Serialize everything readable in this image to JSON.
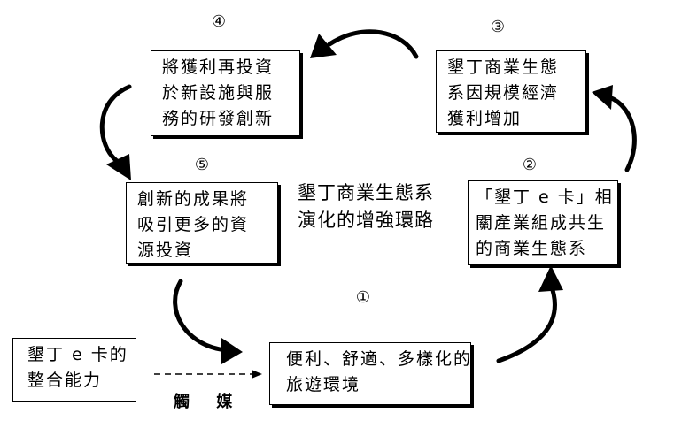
{
  "diagram": {
    "center_title": [
      "墾丁商業生態系",
      "演化的增強環路"
    ],
    "catalyst_label": "觸 媒",
    "source_box": {
      "lines": [
        "墾丁 e 卡的",
        "整合能力"
      ]
    },
    "steps": [
      {
        "number": "①",
        "lines": [
          "便利、舒適、多樣化的",
          "旅遊環境"
        ]
      },
      {
        "number": "②",
        "lines": [
          "「墾丁 e 卡」相",
          "關產業組成共生",
          "的商業生態系"
        ]
      },
      {
        "number": "③",
        "lines": [
          "墾丁商業生態",
          "系因規模經濟",
          "獲利增加"
        ]
      },
      {
        "number": "④",
        "lines": [
          "將獲利再投資",
          "於新設施與服",
          "務的研發創新"
        ]
      },
      {
        "number": "⑤",
        "lines": [
          "創新的成果將",
          "吸引更多的資",
          "源投資"
        ]
      }
    ]
  }
}
